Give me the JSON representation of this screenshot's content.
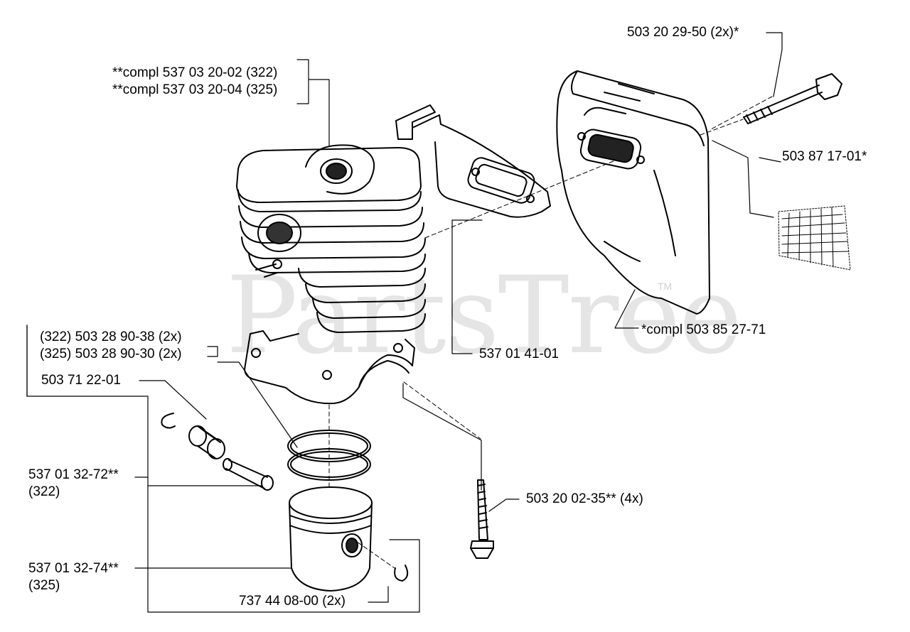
{
  "watermark": {
    "text": "PartsTree",
    "trademark": "TM"
  },
  "labels": {
    "cylinder_322": "**compl 537 03 20-02 (322)",
    "cylinder_325": "**compl 537 03 20-04 (325)",
    "screw_top": "503 20 29-50 (2x)*",
    "screen": "503 87 17-01*",
    "muffler": "*compl 503 85 27-71",
    "gasket": "537 01 41-01",
    "ring_322": "(322) 503 28 90-38 (2x)",
    "ring_325": "(325) 503 28 90-30 (2x)",
    "bearing": "503 71 22-01",
    "piston_322_a": "537 01 32-72**",
    "piston_322_b": "(322)",
    "piston_325_a": "537 01 32-74**",
    "piston_325_b": "(325)",
    "base_screw": "503 20 02-35** (4x)",
    "circlip": "737 44 08-00 (2x)"
  }
}
